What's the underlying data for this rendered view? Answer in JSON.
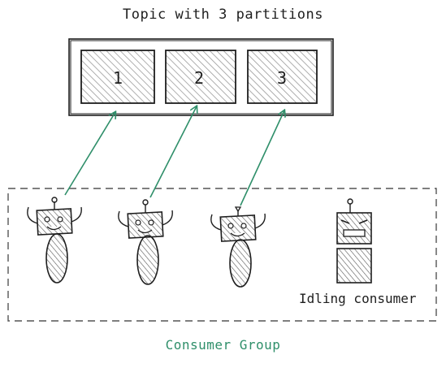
{
  "diagram": {
    "title": "Topic with 3 partitions",
    "partitions": [
      {
        "label": "1"
      },
      {
        "label": "2"
      },
      {
        "label": "3"
      }
    ],
    "consumers": [
      {
        "state": "active",
        "assigned_partition": "1"
      },
      {
        "state": "active",
        "assigned_partition": "2"
      },
      {
        "state": "active",
        "assigned_partition": "3"
      },
      {
        "state": "idle",
        "assigned_partition": ""
      }
    ],
    "idle_label": "Idling consumer",
    "group_label": "Consumer Group"
  },
  "colors": {
    "ink": "#1e1e1e",
    "arrow": "#2f8f6a",
    "group_label": "#2f8f6a",
    "hatch": "#999999"
  }
}
